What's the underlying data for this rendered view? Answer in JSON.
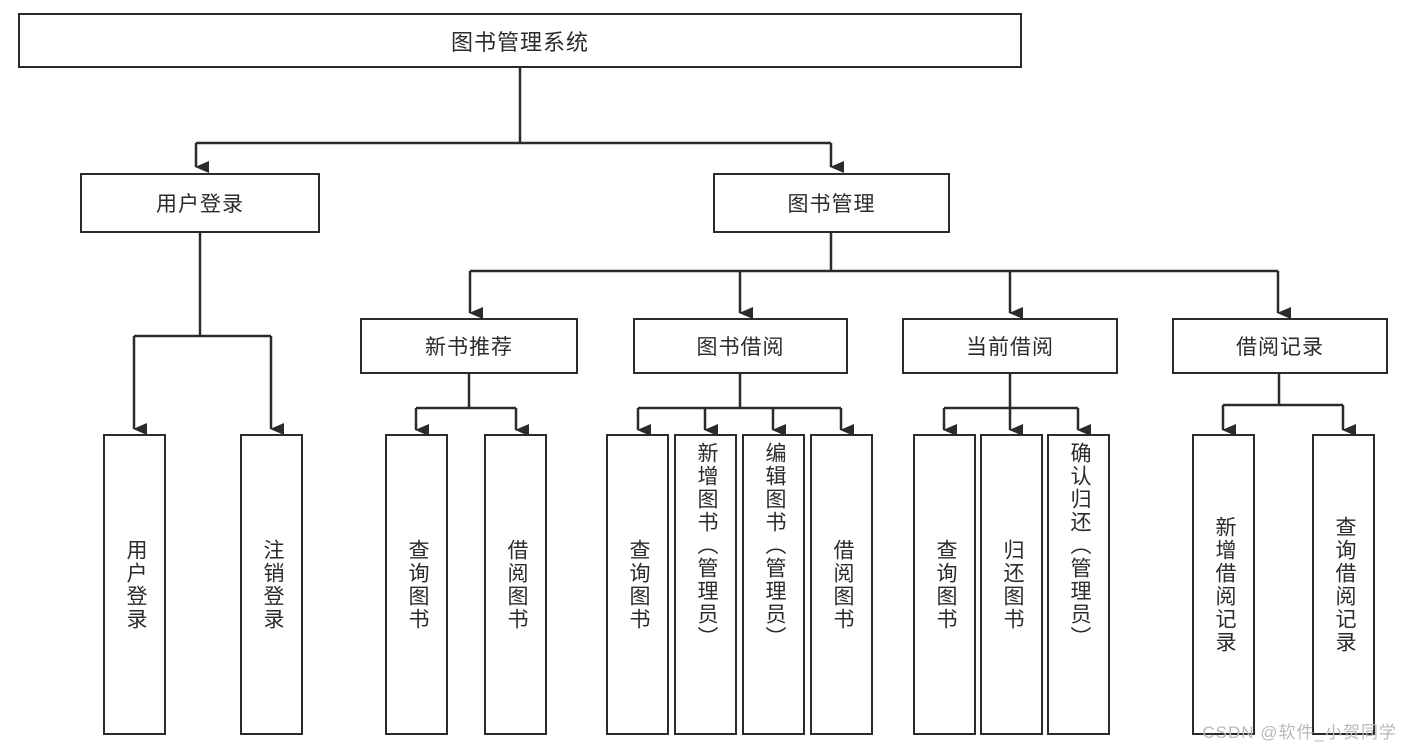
{
  "diagram": {
    "title": "图书管理系统",
    "type": "tree-hierarchy",
    "root": {
      "label": "图书管理系统"
    },
    "level2": [
      {
        "id": "user-login",
        "label": "用户登录"
      },
      {
        "id": "book-manage",
        "label": "图书管理"
      }
    ],
    "level3": [
      {
        "id": "new-book-recommend",
        "label": "新书推荐",
        "parent": "book-manage"
      },
      {
        "id": "book-borrow",
        "label": "图书借阅",
        "parent": "book-manage"
      },
      {
        "id": "current-borrow",
        "label": "当前借阅",
        "parent": "book-manage"
      },
      {
        "id": "borrow-record",
        "label": "借阅记录",
        "parent": "book-manage"
      }
    ],
    "leaves": [
      {
        "id": "leaf-user-login",
        "label": "用户登录",
        "parent": "user-login"
      },
      {
        "id": "leaf-logout",
        "label": "注销登录",
        "parent": "user-login"
      },
      {
        "id": "leaf-query-book-1",
        "label": "查询图书",
        "parent": "new-book-recommend"
      },
      {
        "id": "leaf-borrow-book-1",
        "label": "借阅图书",
        "parent": "new-book-recommend"
      },
      {
        "id": "leaf-query-book-2",
        "label": "查询图书",
        "parent": "book-borrow"
      },
      {
        "id": "leaf-add-book",
        "label": "新增图书（管理员）",
        "parent": "book-borrow"
      },
      {
        "id": "leaf-edit-book",
        "label": "编辑图书（管理员）",
        "parent": "book-borrow"
      },
      {
        "id": "leaf-borrow-book-2",
        "label": "借阅图书",
        "parent": "book-borrow"
      },
      {
        "id": "leaf-query-book-3",
        "label": "查询图书",
        "parent": "current-borrow"
      },
      {
        "id": "leaf-return-book",
        "label": "归还图书",
        "parent": "current-borrow"
      },
      {
        "id": "leaf-confirm-return",
        "label": "确认归还（管理员）",
        "parent": "current-borrow"
      },
      {
        "id": "leaf-add-record",
        "label": "新增借阅记录",
        "parent": "borrow-record"
      },
      {
        "id": "leaf-query-record",
        "label": "查询借阅记录",
        "parent": "borrow-record"
      }
    ]
  },
  "watermark": {
    "text": "CSDN @软件_小贺同学"
  },
  "colors": {
    "stroke": "#2b2b2b",
    "background": "#ffffff",
    "text": "#2b2b2b",
    "watermark": "#b9b9b9"
  }
}
